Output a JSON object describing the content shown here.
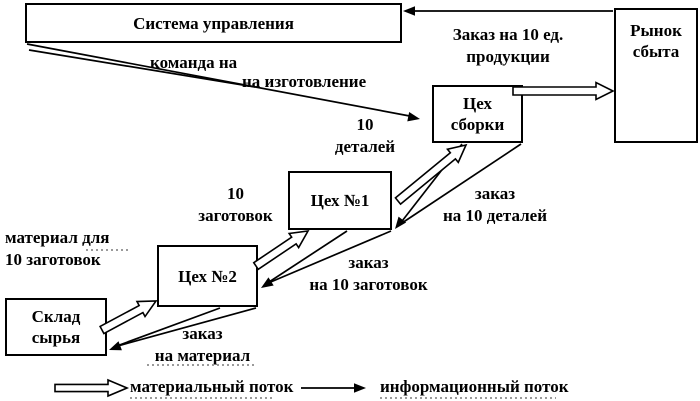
{
  "diagram": {
    "nodes": {
      "control_system": {
        "label": "Система управления"
      },
      "market": {
        "line1": "Рынок",
        "line2": "сбыта"
      },
      "assembly": {
        "line1": "Цех",
        "line2": "сборки"
      },
      "shop1": {
        "label": "Цех №1"
      },
      "shop2": {
        "label": "Цех №2"
      },
      "warehouse": {
        "line1": "Склад",
        "line2": "сырья"
      }
    },
    "annotations": {
      "order_product": {
        "line1": "Заказ на 10 ед.",
        "line2": "продукции"
      },
      "command": {
        "line1": "команда на",
        "line2": "на изготовление"
      },
      "parts": {
        "line1": "10",
        "line2": "деталей"
      },
      "order_parts": {
        "line1": "заказ",
        "line2": "на 10 деталей"
      },
      "blanks": {
        "line1": "10",
        "line2": "заготовок"
      },
      "order_blanks": {
        "line1": "заказ",
        "line2": "на 10 заготовок"
      },
      "material": {
        "line1": "материал для",
        "line2": "10 заготовок"
      },
      "order_material": {
        "line1": "заказ",
        "line2": "на материал"
      }
    },
    "legend": {
      "material_flow": "материальный поток",
      "info_flow": "информационный поток"
    },
    "colors": {
      "line": "#000000",
      "background": "#ffffff",
      "squiggle": "#9a9a9a"
    }
  }
}
